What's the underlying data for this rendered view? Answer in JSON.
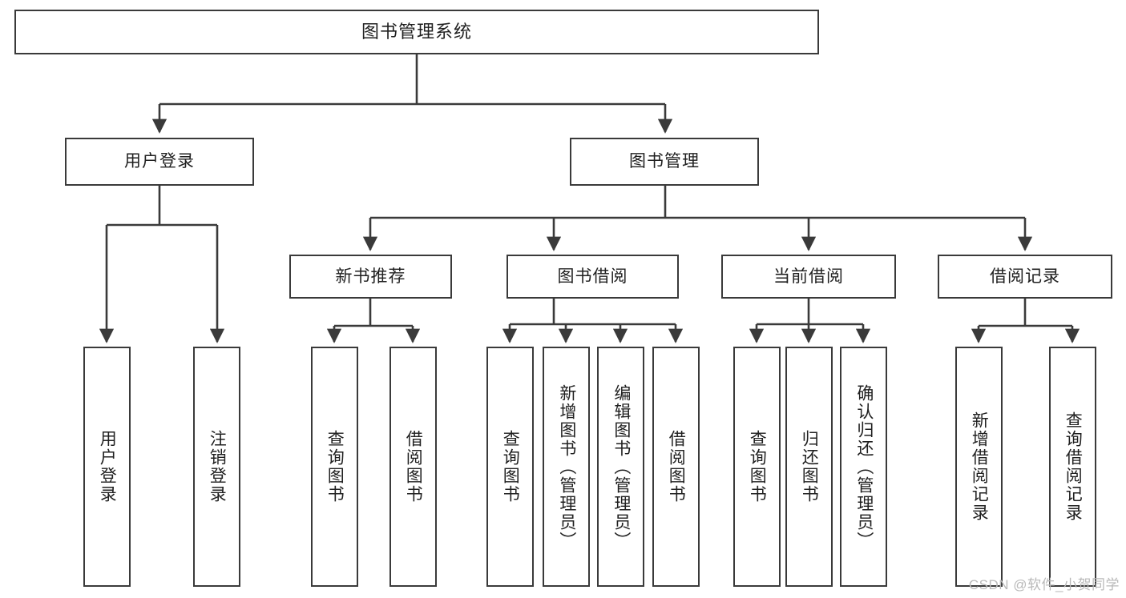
{
  "diagram": {
    "title": "图书管理系统",
    "watermark": "CSDN @软件_小贺同学",
    "accent_color": "#3a3a3a",
    "background_color": "#ffffff",
    "text_color": "#202020"
  },
  "root": {
    "label": "图书管理系统"
  },
  "level2": [
    {
      "label": "用户登录"
    },
    {
      "label": "图书管理"
    }
  ],
  "level3": [
    {
      "label": "新书推荐"
    },
    {
      "label": "图书借阅"
    },
    {
      "label": "当前借阅"
    },
    {
      "label": "借阅记录"
    }
  ],
  "leaves": {
    "user_login": [
      {
        "label": "用户登录"
      },
      {
        "label": "注销登录"
      }
    ],
    "new_book_recommend": [
      {
        "label": "查询图书"
      },
      {
        "label": "借阅图书"
      }
    ],
    "book_borrow": [
      {
        "label": "查询图书"
      },
      {
        "label": "新增图书（管理员）"
      },
      {
        "label": "编辑图书（管理员）"
      },
      {
        "label": "借阅图书"
      }
    ],
    "current_borrow": [
      {
        "label": "查询图书"
      },
      {
        "label": "归还图书"
      },
      {
        "label": "确认归还（管理员）"
      }
    ],
    "borrow_record": [
      {
        "label": "新增借阅记录"
      },
      {
        "label": "查询借阅记录"
      }
    ]
  },
  "chart_data": {
    "type": "tree-diagram",
    "title": "图书管理系统",
    "orientation": "top-down",
    "levels": 4,
    "nodes": [
      {
        "id": "root",
        "label": "图书管理系统",
        "level": 1,
        "parent": null
      },
      {
        "id": "user-login",
        "label": "用户登录",
        "level": 2,
        "parent": "root"
      },
      {
        "id": "book-manage",
        "label": "图书管理",
        "level": 2,
        "parent": "root"
      },
      {
        "id": "new-book",
        "label": "新书推荐",
        "level": 3,
        "parent": "book-manage"
      },
      {
        "id": "book-borrow",
        "label": "图书借阅",
        "level": 3,
        "parent": "book-manage"
      },
      {
        "id": "current-borrow",
        "label": "当前借阅",
        "level": 3,
        "parent": "book-manage"
      },
      {
        "id": "borrow-record",
        "label": "借阅记录",
        "level": 3,
        "parent": "book-manage"
      },
      {
        "id": "l-user-login",
        "label": "用户登录",
        "level": 4,
        "parent": "user-login"
      },
      {
        "id": "l-logout",
        "label": "注销登录",
        "level": 4,
        "parent": "user-login"
      },
      {
        "id": "l-nb-query",
        "label": "查询图书",
        "level": 4,
        "parent": "new-book"
      },
      {
        "id": "l-nb-borrow",
        "label": "借阅图书",
        "level": 4,
        "parent": "new-book"
      },
      {
        "id": "l-bb-query",
        "label": "查询图书",
        "level": 4,
        "parent": "book-borrow"
      },
      {
        "id": "l-bb-add",
        "label": "新增图书（管理员）",
        "level": 4,
        "parent": "book-borrow"
      },
      {
        "id": "l-bb-edit",
        "label": "编辑图书（管理员）",
        "level": 4,
        "parent": "book-borrow"
      },
      {
        "id": "l-bb-borrow",
        "label": "借阅图书",
        "level": 4,
        "parent": "book-borrow"
      },
      {
        "id": "l-cb-query",
        "label": "查询图书",
        "level": 4,
        "parent": "current-borrow"
      },
      {
        "id": "l-cb-return",
        "label": "归还图书",
        "level": 4,
        "parent": "current-borrow"
      },
      {
        "id": "l-cb-confirm",
        "label": "确认归还（管理员）",
        "level": 4,
        "parent": "current-borrow"
      },
      {
        "id": "l-br-add",
        "label": "新增借阅记录",
        "level": 4,
        "parent": "borrow-record"
      },
      {
        "id": "l-br-query",
        "label": "查询借阅记录",
        "level": 4,
        "parent": "borrow-record"
      }
    ]
  }
}
